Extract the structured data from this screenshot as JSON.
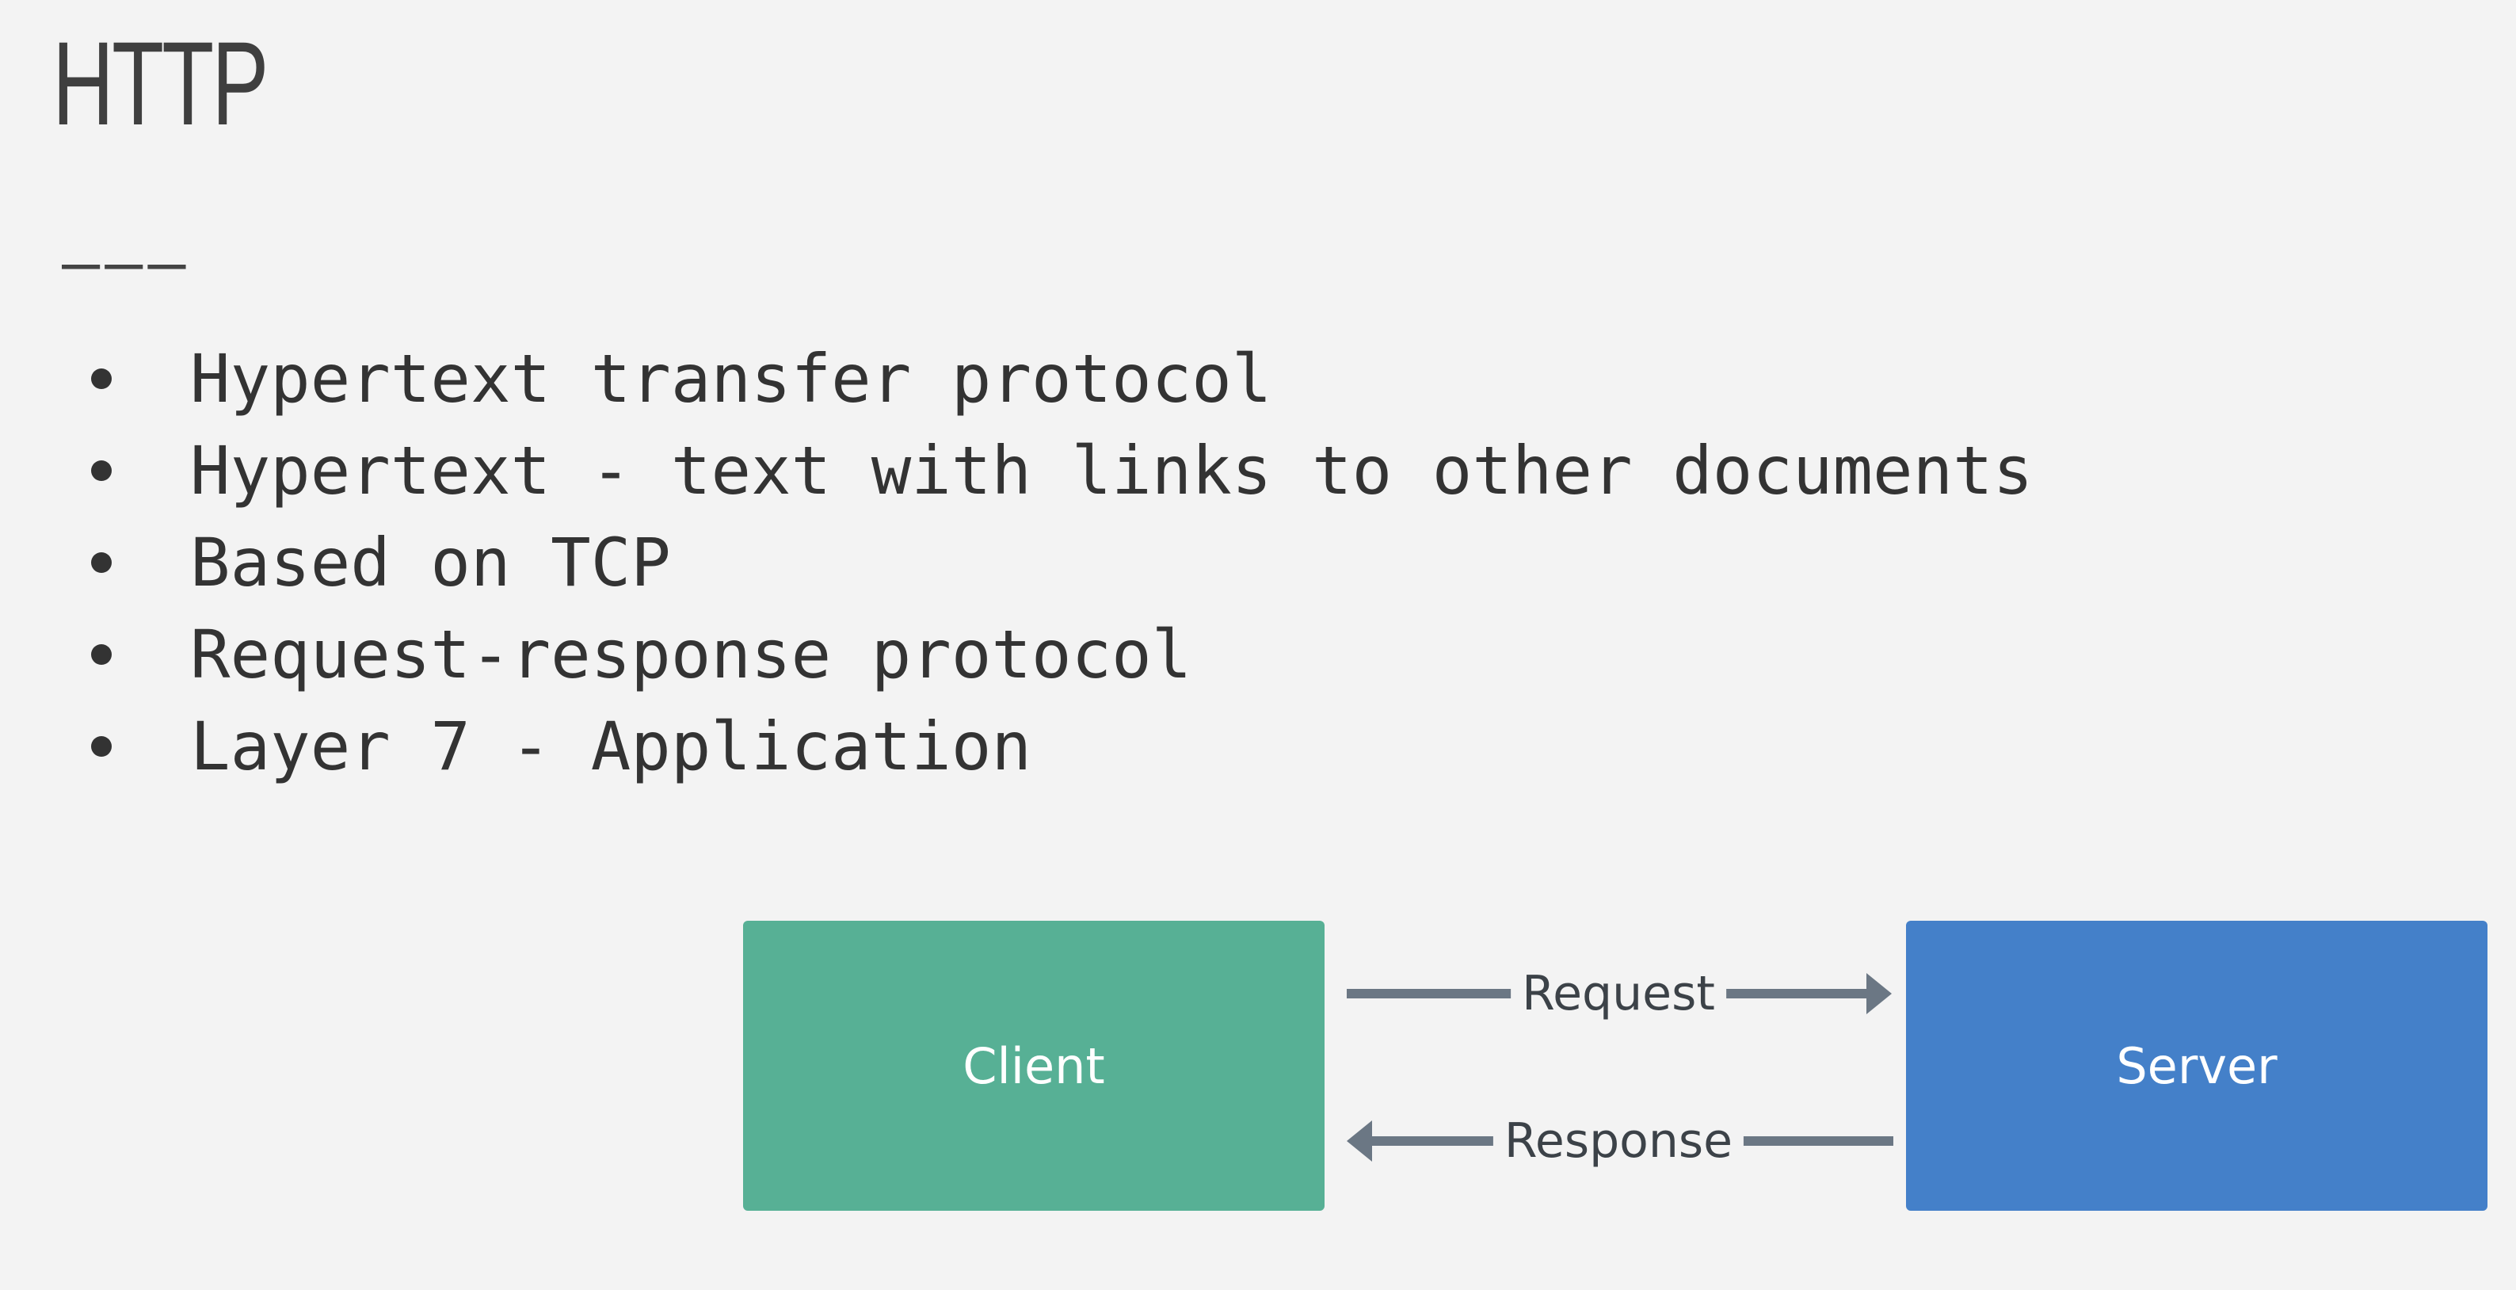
{
  "title": "HTTP",
  "underline": "–––",
  "bullets": [
    "Hypertext transfer protocol",
    "Hypertext - text with links to other documents",
    "Based on TCP",
    "Request-response protocol",
    "Layer 7 - Application"
  ],
  "diagram": {
    "client_label": "Client",
    "server_label": "Server",
    "request_label": "Request",
    "response_label": "Response",
    "colors": {
      "client": "#57b095",
      "server": "#4480c9",
      "arrow": "#6b7784"
    }
  }
}
